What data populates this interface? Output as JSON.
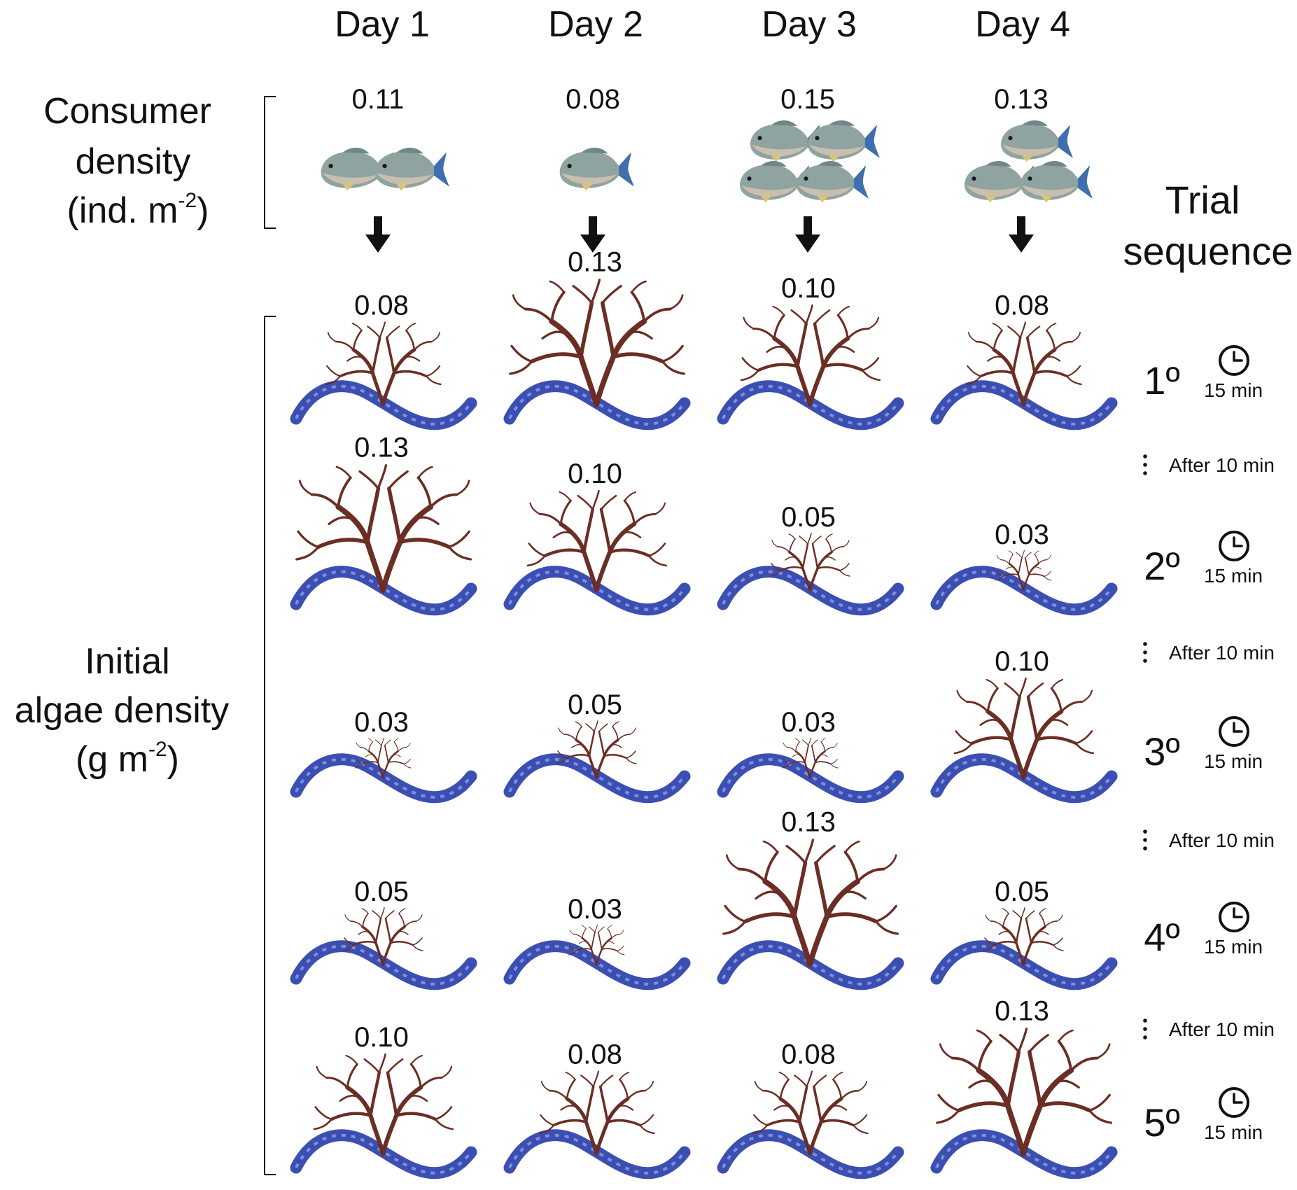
{
  "days": [
    "Day 1",
    "Day 2",
    "Day 3",
    "Day 4"
  ],
  "consumer_label": {
    "line1": "Consumer",
    "line2": "density",
    "line3_prefix": "(ind. m",
    "line3_exp": "-2",
    "line3_suffix": ")"
  },
  "algae_label": {
    "line1": "Initial",
    "line2": "algae density",
    "line3_prefix": "(g m",
    "line3_exp": "-2",
    "line3_suffix": ")"
  },
  "trial_label": {
    "line1": "Trial",
    "line2": "sequence"
  },
  "consumer_density": [
    {
      "value": "0.11",
      "fish_count": 2
    },
    {
      "value": "0.08",
      "fish_count": 1
    },
    {
      "value": "0.15",
      "fish_count": 4
    },
    {
      "value": "0.13",
      "fish_count": 3
    }
  ],
  "algae_density": [
    [
      "0.08",
      "0.13",
      "0.10",
      "0.08"
    ],
    [
      "0.13",
      "0.10",
      "0.05",
      "0.03"
    ],
    [
      "0.03",
      "0.05",
      "0.03",
      "0.10"
    ],
    [
      "0.05",
      "0.03",
      "0.13",
      "0.05"
    ],
    [
      "0.10",
      "0.08",
      "0.08",
      "0.13"
    ]
  ],
  "trials": [
    {
      "order": "1º",
      "duration": "15 min"
    },
    {
      "order": "2º",
      "duration": "15 min"
    },
    {
      "order": "3º",
      "duration": "15 min"
    },
    {
      "order": "4º",
      "duration": "15 min"
    },
    {
      "order": "5º",
      "duration": "15 min"
    }
  ],
  "interval": "After 10 min",
  "colors": {
    "fish_body": "#8fa3a0",
    "fish_belly": "#c9bfae",
    "fish_fin": "#3e6fb0",
    "algae": "#6b2e24",
    "rope": "#3b4fb3",
    "rope_light": "#7f90d8",
    "arrow": "#111111"
  }
}
